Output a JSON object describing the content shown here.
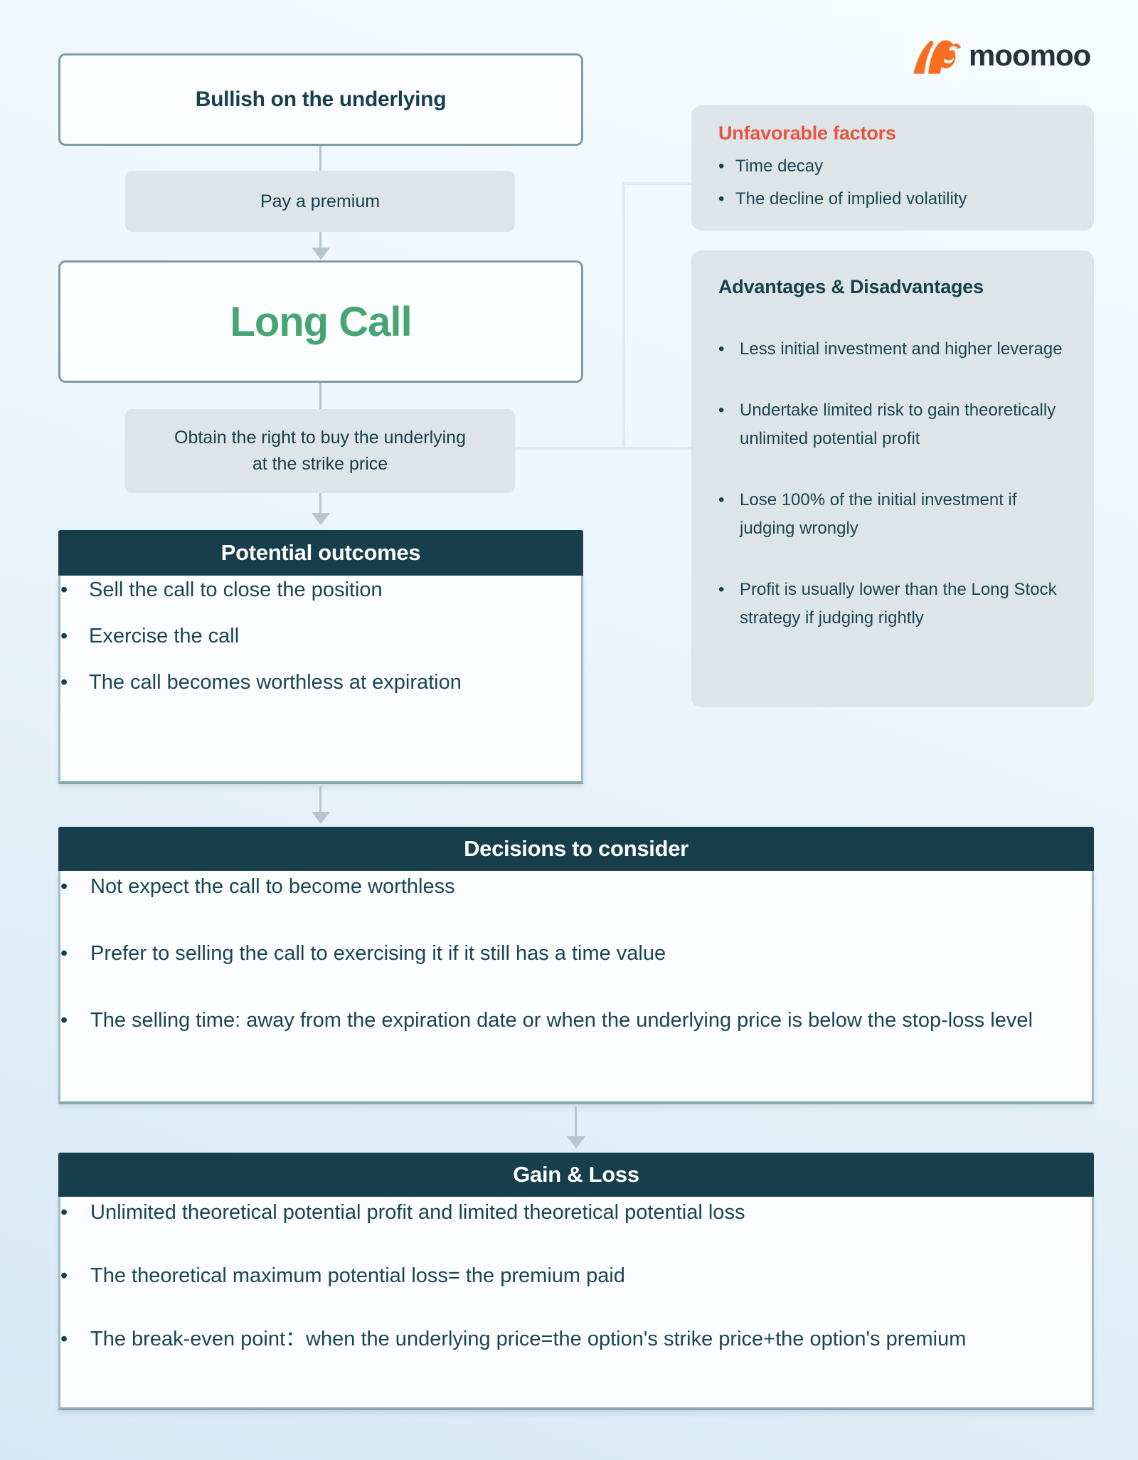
{
  "brand": {
    "name": "moomoo",
    "icon": "moomoo-bull-icon",
    "icon_color": "#fa6e20",
    "wordmark_color": "#2b3139"
  },
  "flow": {
    "bullish": {
      "label": "Bullish on the underlying"
    },
    "pay_premium": {
      "label": "Pay a premium"
    },
    "long_call": {
      "label": "Long Call",
      "color": "#46a573"
    },
    "obtain_right": {
      "label": "Obtain the right to buy the underlying at the strike price"
    },
    "potential_outcomes": {
      "title": "Potential outcomes",
      "bullets": [
        "Sell the call to close the position",
        "Exercise the call",
        "The call becomes worthless at expiration"
      ]
    }
  },
  "side_panels": {
    "unfavorable": {
      "title": "Unfavorable factors",
      "title_color": "#e65442",
      "bullets": [
        "Time decay",
        "The decline of implied volatility"
      ]
    },
    "advantages": {
      "title": "Advantages & Disadvantages",
      "bullets": [
        "Less initial investment and higher leverage",
        "Undertake limited risk to gain theoretically unlimited potential profit",
        "Lose 100% of the initial investment if judging wrongly",
        "Profit is usually lower than the Long Stock strategy if judging rightly"
      ]
    }
  },
  "decisions": {
    "title": "Decisions to consider",
    "bullets": [
      "Not expect the call to become worthless",
      "Prefer to selling the call to exercising it if it still has a time value",
      "The selling time: away from the expiration date or when the underlying price is below the stop-loss level"
    ]
  },
  "gain_loss": {
    "title": "Gain & Loss",
    "bullets": [
      "Unlimited theoretical potential profit and limited theoretical potential loss",
      "The theoretical maximum potential loss= the premium paid",
      "The break-even point：when the underlying price=the option's strike price+the option's premium"
    ]
  },
  "colors": {
    "header_dark_teal": "#163f4b",
    "text_dark_teal": "#1a4652",
    "outline_border": "#7e9ba6",
    "gray_box": "#dee5e8",
    "green_accent": "#46a573",
    "red_accent": "#e65442",
    "arrow_gray": "#b7c5cc",
    "connector_light": "#e3e9ec"
  }
}
